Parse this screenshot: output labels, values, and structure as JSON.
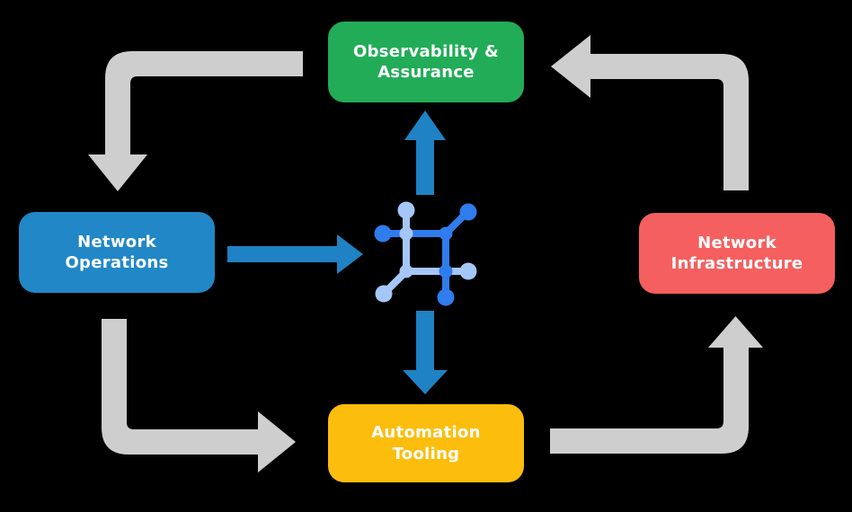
{
  "diagram": {
    "name": "network-automation-cycle",
    "nodes": [
      {
        "id": "observability-assurance",
        "label": "Observability &\nAssurance",
        "color": "#22AC57"
      },
      {
        "id": "network-operations",
        "label": "Network\nOperations",
        "color": "#2187C6"
      },
      {
        "id": "network-infrastructure",
        "label": "Network\nInfrastructure",
        "color": "#F55F5F"
      },
      {
        "id": "automation-tooling",
        "label": "Automation\nTooling",
        "color": "#FCBD0D"
      }
    ],
    "center_icon": "network-mesh-icon",
    "flows": [
      {
        "from": "Observability & Assurance",
        "to": "Network Operations",
        "style": "gray-elbow"
      },
      {
        "from": "Network Operations",
        "to": "Automation Tooling",
        "style": "gray-elbow"
      },
      {
        "from": "Automation Tooling",
        "to": "Network Infrastructure",
        "style": "gray-elbow"
      },
      {
        "from": "Network Infrastructure",
        "to": "Observability & Assurance",
        "style": "gray-elbow"
      },
      {
        "from": "Network Operations",
        "to": "center-icon",
        "style": "blue-straight"
      },
      {
        "from": "center-icon",
        "to": "Observability & Assurance",
        "style": "blue-straight"
      },
      {
        "from": "center-icon",
        "to": "Automation Tooling",
        "style": "blue-straight"
      }
    ]
  },
  "colors": {
    "background": "#000000",
    "text": "#FFFFFF",
    "node-green": "#22AC57",
    "node-blue": "#2187C6",
    "node-red": "#F55F5F",
    "node-yellow": "#FCBD0D",
    "arrow-gray": "#CECECE",
    "arrow-blue": "#1F82C4",
    "icon-blue": "#2F7CEC",
    "icon-light-blue": "#A5C7F8"
  }
}
